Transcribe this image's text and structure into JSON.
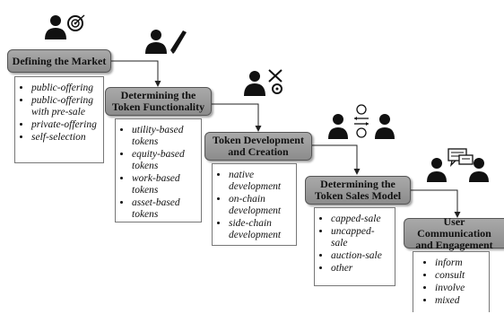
{
  "steps": [
    {
      "title": "Defining the Market",
      "items": [
        "public-offering",
        "public-offering with pre-sale",
        "private-offering",
        "self-selection"
      ]
    },
    {
      "title": "Determining the Token Functionality",
      "items": [
        "utility-based tokens",
        "equity-based tokens",
        "work-based tokens",
        "asset-based tokens"
      ]
    },
    {
      "title": "Token Development and Creation",
      "items": [
        "native development",
        "on-chain development",
        "side-chain development"
      ]
    },
    {
      "title": "Determining the Token  Sales Model",
      "items": [
        "capped-sale",
        "uncapped-sale",
        "auction-sale",
        "other"
      ]
    },
    {
      "title": "User Communication and Engagement",
      "items": [
        "inform",
        "consult",
        "involve",
        "mixed"
      ]
    }
  ],
  "icons": [
    "person-target-icon",
    "person-pen-icon",
    "person-tools-icon",
    "people-exchange-icon",
    "people-chat-icon"
  ],
  "colors": {
    "step_box": "#9a9a9a",
    "icon": "#111111"
  }
}
